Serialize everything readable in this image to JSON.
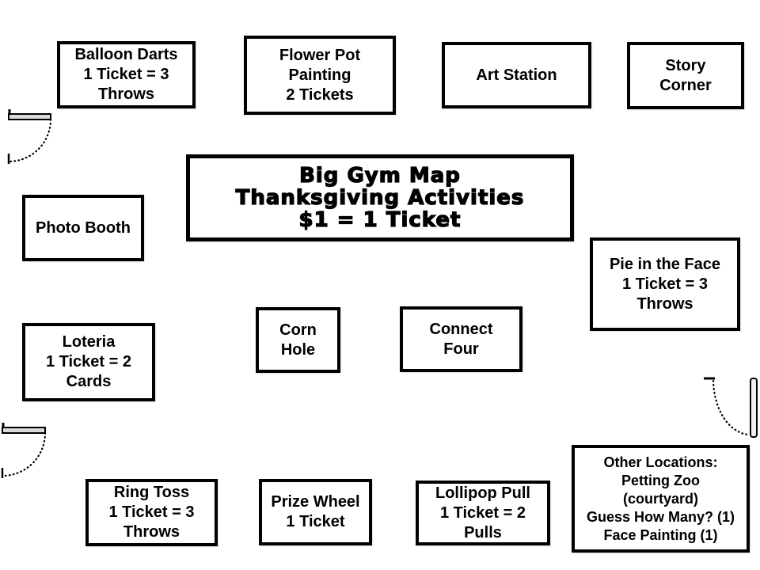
{
  "title_box": {
    "text": "Big Gym Map\nThanksgiving Activities\n$1 = 1 Ticket"
  },
  "stations": {
    "balloon_darts": "Balloon Darts\n1 Ticket = 3\nThrows",
    "flower_pot": "Flower Pot\nPainting\n2 Tickets",
    "art_station": "Art Station",
    "story_corner": "Story\nCorner",
    "photo_booth": "Photo Booth",
    "pie_in_the_face": "Pie in the Face\n1 Ticket = 3\nThrows",
    "corn_hole": "Corn\nHole",
    "connect_four": "Connect\nFour",
    "loteria": "Loteria\n1 Ticket = 2\nCards",
    "ring_toss": "Ring Toss\n1 Ticket = 3\nThrows",
    "prize_wheel": "Prize Wheel\n1 Ticket",
    "lollipop_pull": "Lollipop Pull\n1 Ticket = 2\nPulls",
    "other_locations": "Other Locations:\nPetting Zoo\n(courtyard)\nGuess How Many? (1)\nFace Painting (1)"
  },
  "icons": [
    "door-swing-icon-top-left",
    "door-swing-icon-bottom-left",
    "door-swing-icon-right"
  ],
  "colors": {
    "background": "#ffffff",
    "box_border": "#000000",
    "text": "#000000",
    "door_leaf_fill": "#d9d9d9"
  }
}
